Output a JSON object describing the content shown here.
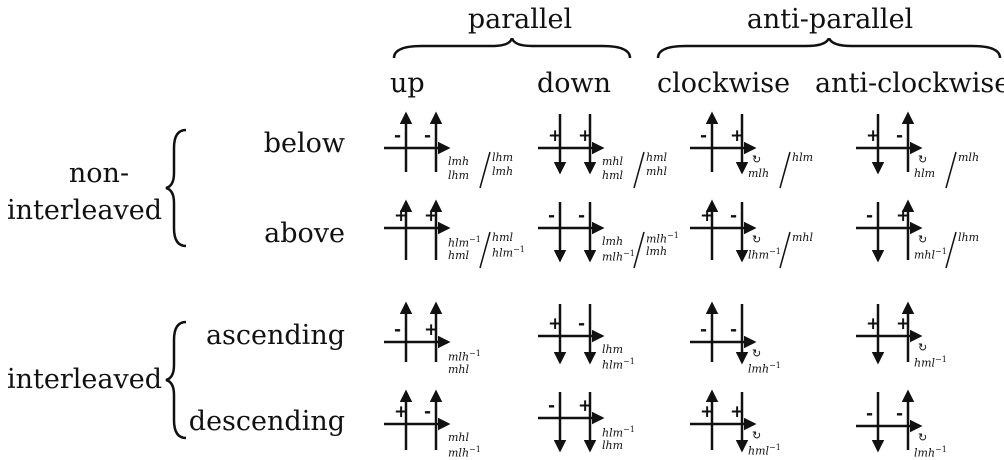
{
  "headers": {
    "group1": "parallel",
    "group2": "anti-parallel",
    "col1": "up",
    "col2": "down",
    "col3": "clockwise",
    "col4": "anti-clockwise"
  },
  "rows": {
    "group1_line1": "non-",
    "group1_line2": "interleaved",
    "group2": "interleaved",
    "row1": "below",
    "row2": "above",
    "row3": "ascending",
    "row4": "descending"
  },
  "cells": [
    {
      "labels_top": "lmh",
      "labels_bottom": "lhm",
      "labels_top2": "lhm",
      "labels_bottom2": "lmh"
    },
    {
      "labels_top": "mhl",
      "labels_bottom": "hml",
      "labels_top2": "hml",
      "labels_bottom2": "mhl"
    },
    {
      "labels_top": "mlh",
      "labels_bottom": "hlm"
    },
    {
      "labels_top": "hlm",
      "labels_bottom": "mlh"
    },
    {
      "labels_top": "hlm",
      "labels_bottom": "hml",
      "labels_top2": "hml",
      "labels_bottom2": "hlm"
    },
    {
      "labels_top": "lmh",
      "labels_bottom": "mlh",
      "labels_top2": "mlh",
      "labels_bottom2": "lmh"
    },
    {
      "labels_top": "lhm",
      "labels_bottom": "mhl"
    },
    {
      "labels_top": "mhl",
      "labels_bottom": "lhm"
    },
    {
      "labels_top": "mlh",
      "labels_bottom": "mhl"
    },
    {
      "labels_top": "lhm",
      "labels_bottom": "hlm"
    },
    {
      "labels_top": "lmh"
    },
    {
      "labels_top": "hml"
    },
    {
      "labels_top": "mhl",
      "labels_bottom": "mlh"
    },
    {
      "labels_top": "hlm",
      "labels_bottom": "lhm"
    },
    {
      "labels_top": "hml"
    },
    {
      "labels_top": "lmh"
    }
  ],
  "exp": "−1",
  "rot_glyph": "↻"
}
